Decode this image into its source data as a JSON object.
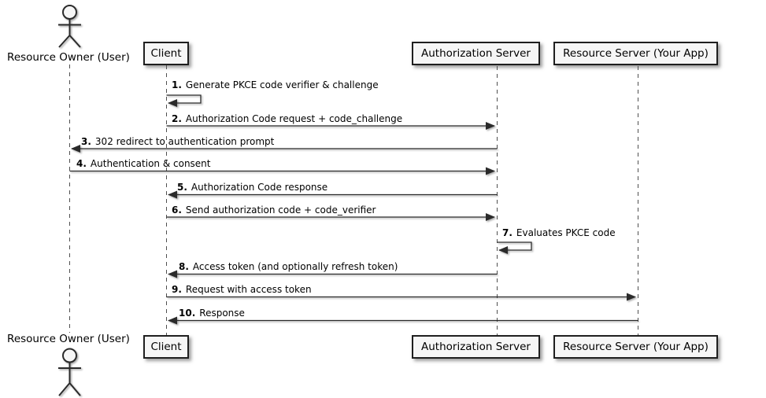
{
  "diagram": {
    "type": "sequence-diagram",
    "actor": {
      "label": "Resource Owner (User)"
    },
    "participants": [
      {
        "label": "Client"
      },
      {
        "label": "Authorization Server"
      },
      {
        "label": "Resource Server (Your App)"
      }
    ],
    "messages": [
      {
        "num": "1.",
        "text": "Generate PKCE code verifier & challenge",
        "from": "Client",
        "to": "Client"
      },
      {
        "num": "2.",
        "text": "Authorization Code request + code_challenge",
        "from": "Client",
        "to": "Authorization Server"
      },
      {
        "num": "3.",
        "text": "302 redirect to authentication prompt",
        "from": "Authorization Server",
        "to": "Resource Owner (User)"
      },
      {
        "num": "4.",
        "text": "Authentication & consent",
        "from": "Resource Owner (User)",
        "to": "Authorization Server"
      },
      {
        "num": "5.",
        "text": "Authorization Code response",
        "from": "Authorization Server",
        "to": "Client"
      },
      {
        "num": "6.",
        "text": "Send authorization code + code_verifier",
        "from": "Client",
        "to": "Authorization Server"
      },
      {
        "num": "7.",
        "text": "Evaluates PKCE code",
        "from": "Authorization Server",
        "to": "Authorization Server"
      },
      {
        "num": "8.",
        "text": "Access token (and optionally refresh token)",
        "from": "Authorization Server",
        "to": "Client"
      },
      {
        "num": "9.",
        "text": "Request with access token",
        "from": "Client",
        "to": "Resource Server (Your App)"
      },
      {
        "num": "10.",
        "text": "Response",
        "from": "Resource Server (Your App)",
        "to": "Client"
      }
    ],
    "colors": {
      "background": "#ffffff",
      "line": "#2b2b2b",
      "lifeline": "#4f4f4f",
      "box_fill": "#f6f6f6",
      "box_border": "#1f1f1f",
      "text": "#000000"
    }
  }
}
